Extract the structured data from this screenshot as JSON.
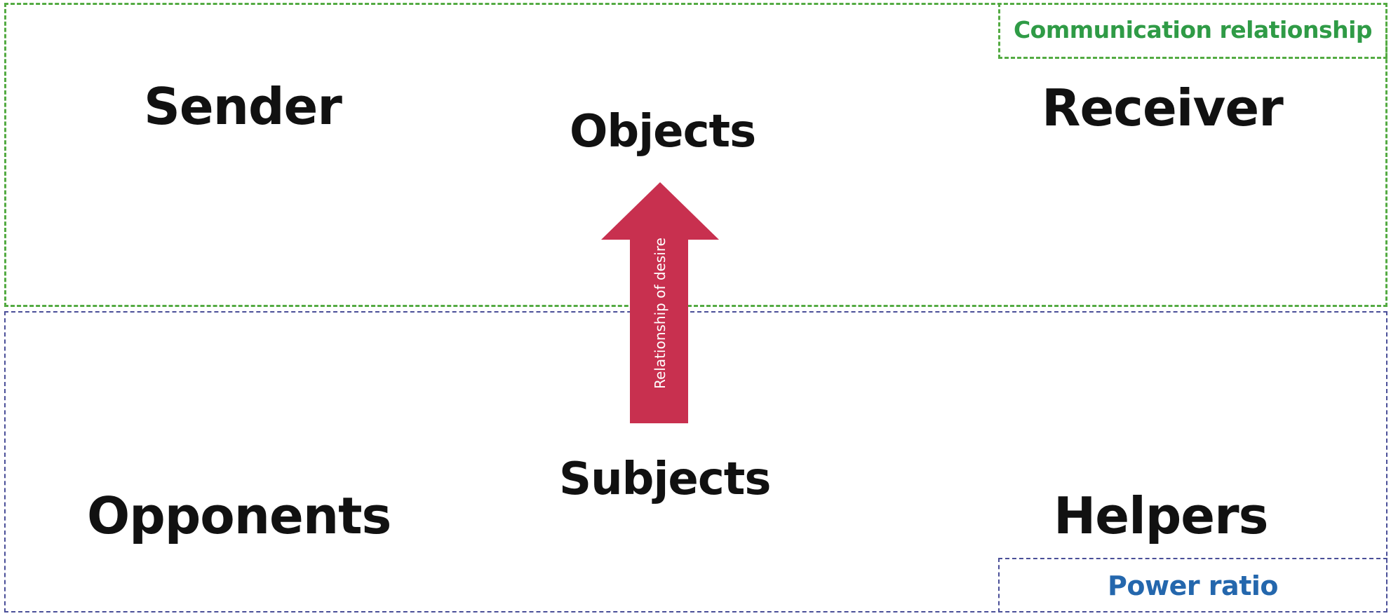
{
  "zones": {
    "communication_label": "Communication relationship",
    "power_label": "Power ratio"
  },
  "actants": {
    "sender": "Sender",
    "objects": "Objects",
    "receiver": "Receiver",
    "subjects": "Subjects",
    "opponents": "Opponents",
    "helpers": "Helpers"
  },
  "arrow": {
    "label": "Relationship of desire",
    "color": "#c8304f"
  },
  "colors": {
    "communication": "#54ab43",
    "power": "#4a4f98",
    "power_text": "#2467ad"
  }
}
